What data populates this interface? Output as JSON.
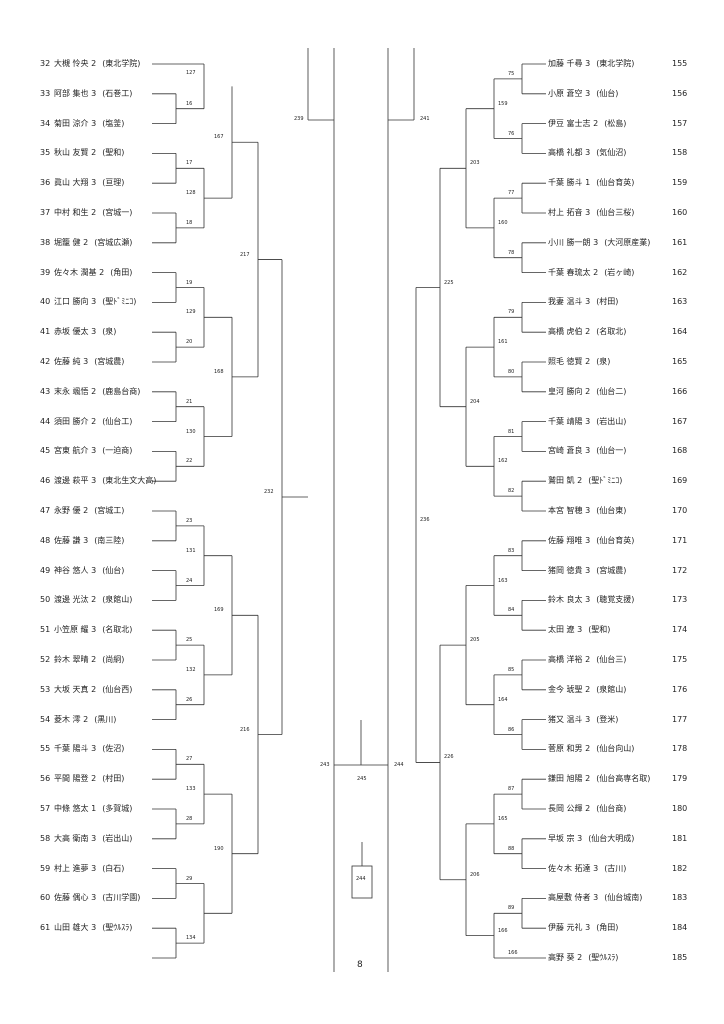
{
  "left_entries": [
    {
      "num": "32",
      "name": "大槻 怜央 2",
      "school": "(東北学院)"
    },
    {
      "num": "33",
      "name": "阿部 集也 3",
      "school": "(石巻工)"
    },
    {
      "num": "34",
      "name": "菊田 涼介 3",
      "school": "(塩釜)"
    },
    {
      "num": "35",
      "name": "秋山 友賢 2",
      "school": "(聖和)"
    },
    {
      "num": "36",
      "name": "眞山 大翔 3",
      "school": "(亘理)"
    },
    {
      "num": "37",
      "name": "中村 和生 2",
      "school": "(宮城一)"
    },
    {
      "num": "38",
      "name": "堀籠 健 2",
      "school": "(宮城広瀬)"
    },
    {
      "num": "39",
      "name": "佐々木 潤基 2",
      "school": "(角田)"
    },
    {
      "num": "40",
      "name": "江口 勝向 3",
      "school": "(聖ﾄﾞﾐﾆｺ)"
    },
    {
      "num": "41",
      "name": "赤坂 優太 3",
      "school": "(泉)"
    },
    {
      "num": "42",
      "name": "佐藤 純 3",
      "school": "(宮城農)"
    },
    {
      "num": "43",
      "name": "末永 颯悟 2",
      "school": "(鹿島台商)"
    },
    {
      "num": "44",
      "name": "須田 勝介 2",
      "school": "(仙台工)"
    },
    {
      "num": "45",
      "name": "宮東 航介 3",
      "school": "(一迫商)"
    },
    {
      "num": "46",
      "name": "渡邊 萩平 3",
      "school": "(東北生文大高)"
    },
    {
      "num": "47",
      "name": "永野 優 2",
      "school": "(宮城工)"
    },
    {
      "num": "48",
      "name": "佐藤 謙 3",
      "school": "(南三陸)"
    },
    {
      "num": "49",
      "name": "神谷 悠人 3",
      "school": "(仙台)"
    },
    {
      "num": "50",
      "name": "渡邊 光汰 2",
      "school": "(泉館山)"
    },
    {
      "num": "51",
      "name": "小笠原 耀 3",
      "school": "(名取北)"
    },
    {
      "num": "52",
      "name": "鈴木 翠晴 2",
      "school": "(尚絅)"
    },
    {
      "num": "53",
      "name": "大坂 天真 2",
      "school": "(仙台西)"
    },
    {
      "num": "54",
      "name": "菱木 澪 2",
      "school": "(黒川)"
    },
    {
      "num": "55",
      "name": "千葉 陽斗 3",
      "school": "(佐沼)"
    },
    {
      "num": "56",
      "name": "平間 陽登 2",
      "school": "(村田)"
    },
    {
      "num": "57",
      "name": "中條 悠太 1",
      "school": "(多賀城)"
    },
    {
      "num": "58",
      "name": "大高 衛南 3",
      "school": "(岩出山)"
    },
    {
      "num": "59",
      "name": "村上 進夢 3",
      "school": "(白石)"
    },
    {
      "num": "60",
      "name": "佐藤 偶心 3",
      "school": "(古川学園)"
    },
    {
      "num": "61",
      "name": "山田 雄大 3",
      "school": "(聖ｳﾙｽﾗ)"
    }
  ],
  "right_entries": [
    {
      "num": "155",
      "name": "加藤 千尋 3",
      "school": "(東北学院)"
    },
    {
      "num": "156",
      "name": "小原 蒼空 3",
      "school": "(仙台)"
    },
    {
      "num": "157",
      "name": "伊豆 富士志 2",
      "school": "(松島)"
    },
    {
      "num": "158",
      "name": "高橋 礼都 3",
      "school": "(気仙沼)"
    },
    {
      "num": "159",
      "name": "千葉 勝斗 1",
      "school": "(仙台育英)"
    },
    {
      "num": "160",
      "name": "村上 拓音 3",
      "school": "(仙台三桜)"
    },
    {
      "num": "161",
      "name": "小川 勝一朗 3",
      "school": "(大河原産業)"
    },
    {
      "num": "162",
      "name": "千葉 春琉太 2",
      "school": "(岩ヶ崎)"
    },
    {
      "num": "163",
      "name": "我妻 温斗 3",
      "school": "(村田)"
    },
    {
      "num": "164",
      "name": "高橋 虎伯 2",
      "school": "(名取北)"
    },
    {
      "num": "165",
      "name": "照毛 徳賢 2",
      "school": "(泉)"
    },
    {
      "num": "166",
      "name": "皇河 勝向 2",
      "school": "(仙台二)"
    },
    {
      "num": "167",
      "name": "千葉 靖陽 3",
      "school": "(岩出山)"
    },
    {
      "num": "168",
      "name": "宮崎 蒼良 3",
      "school": "(仙台一)"
    },
    {
      "num": "169",
      "name": "鷲田 凱 2",
      "school": "(聖ﾄﾞﾐﾆｺ)"
    },
    {
      "num": "170",
      "name": "本宮 智穂 3",
      "school": "(仙台東)"
    },
    {
      "num": "171",
      "name": "佐藤 翔唯 3",
      "school": "(仙台育英)"
    },
    {
      "num": "172",
      "name": "猪岡 徳貴 3",
      "school": "(宮城農)"
    },
    {
      "num": "173",
      "name": "鈴木 良太 3",
      "school": "(聴覚支援)"
    },
    {
      "num": "174",
      "name": "太田 遼 3",
      "school": "(聖和)"
    },
    {
      "num": "175",
      "name": "高橋 洋裕 2",
      "school": "(仙台三)"
    },
    {
      "num": "176",
      "name": "金今 琥聖 2",
      "school": "(泉館山)"
    },
    {
      "num": "177",
      "name": "猪又 温斗 3",
      "school": "(登米)"
    },
    {
      "num": "178",
      "name": "菅原 和男 2",
      "school": "(仙台向山)"
    },
    {
      "num": "179",
      "name": "鎌田 旭陽 2",
      "school": "(仙台高専名取)"
    },
    {
      "num": "180",
      "name": "長岡 公輝 2",
      "school": "(仙台商)"
    },
    {
      "num": "181",
      "name": "早坂 宗 3",
      "school": "(仙台大明成)"
    },
    {
      "num": "182",
      "name": "佐々木 拓達 3",
      "school": "(古川)"
    },
    {
      "num": "183",
      "name": "高屋敷 侍者 3",
      "school": "(仙台城南)"
    },
    {
      "num": "184",
      "name": "伊藤 元礼 3",
      "school": "(角田)"
    },
    {
      "num": "185",
      "name": "高野 葵 2",
      "school": "(聖ｳﾙｽﾗ)"
    }
  ],
  "left_r1_numbers": [
    "127",
    "16",
    "17",
    "128",
    "18",
    "19",
    "129",
    "20",
    "21",
    "130",
    "22",
    "23",
    "131",
    "24",
    "25",
    "132",
    "26",
    "27",
    "133",
    "28",
    "29",
    "134"
  ],
  "left_r2_numbers": [
    "167",
    "168",
    "169",
    "190"
  ],
  "left_r3_numbers": [
    "217",
    "216"
  ],
  "left_r4_numbers": [
    "232"
  ],
  "right_r1_numbers": [
    "75",
    "159",
    "76",
    "77",
    "160",
    "78",
    "79",
    "161",
    "80",
    "81",
    "162",
    "82",
    "83",
    "163",
    "84",
    "85",
    "164",
    "86",
    "87",
    "165",
    "88",
    "89",
    "166"
  ],
  "right_r2_numbers": [
    "203",
    "204",
    "205",
    "206"
  ],
  "right_r3_numbers": [
    "225",
    "226"
  ],
  "right_r4_numbers": [
    "236"
  ],
  "final": {
    "left_top": "239",
    "right_top": "241",
    "left_mid": "243",
    "center": "245",
    "right_mid": "244",
    "bottom": "244"
  },
  "page_number": "8"
}
